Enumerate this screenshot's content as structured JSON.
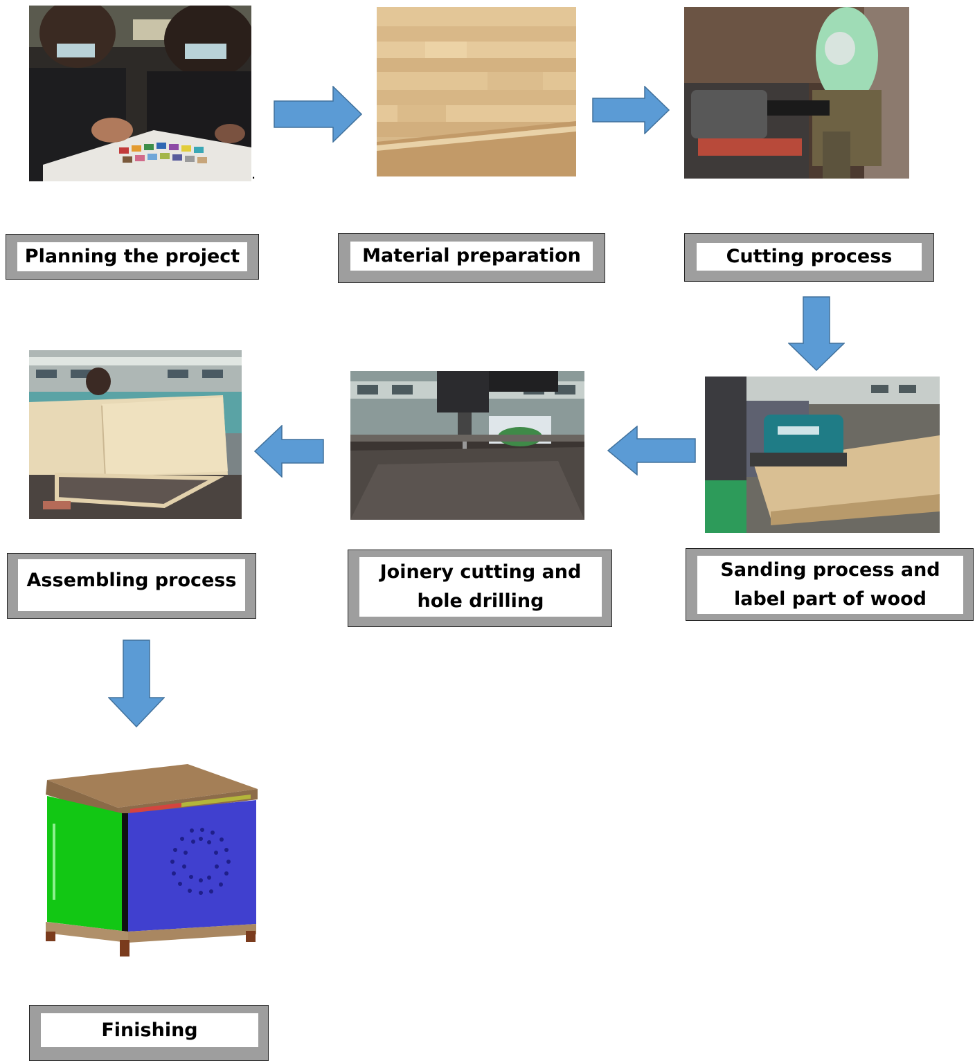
{
  "steps": [
    {
      "label": "Planning the project",
      "image": "photo of students choosing paint colours"
    },
    {
      "label": "Material preparation",
      "image": "photo of laminated wood board"
    },
    {
      "label": "Cutting process",
      "image": "photo of cutting with a miter saw"
    },
    {
      "label": "Sanding process and label part of wood",
      "image": "photo of sanding a wood board"
    },
    {
      "label": "Joinery cutting and hole drilling",
      "image": "photo of drilling into wood"
    },
    {
      "label": "Assembling process",
      "image": "photo of assembling a wooden frame"
    },
    {
      "label": "Finishing",
      "image": "3D render of finished wooden speaker cabinet"
    }
  ],
  "stray_mark": ".",
  "colors": {
    "arrow": "#5b9bd5",
    "arrow_stroke": "#41719c",
    "box_frame": "#9e9e9e"
  }
}
